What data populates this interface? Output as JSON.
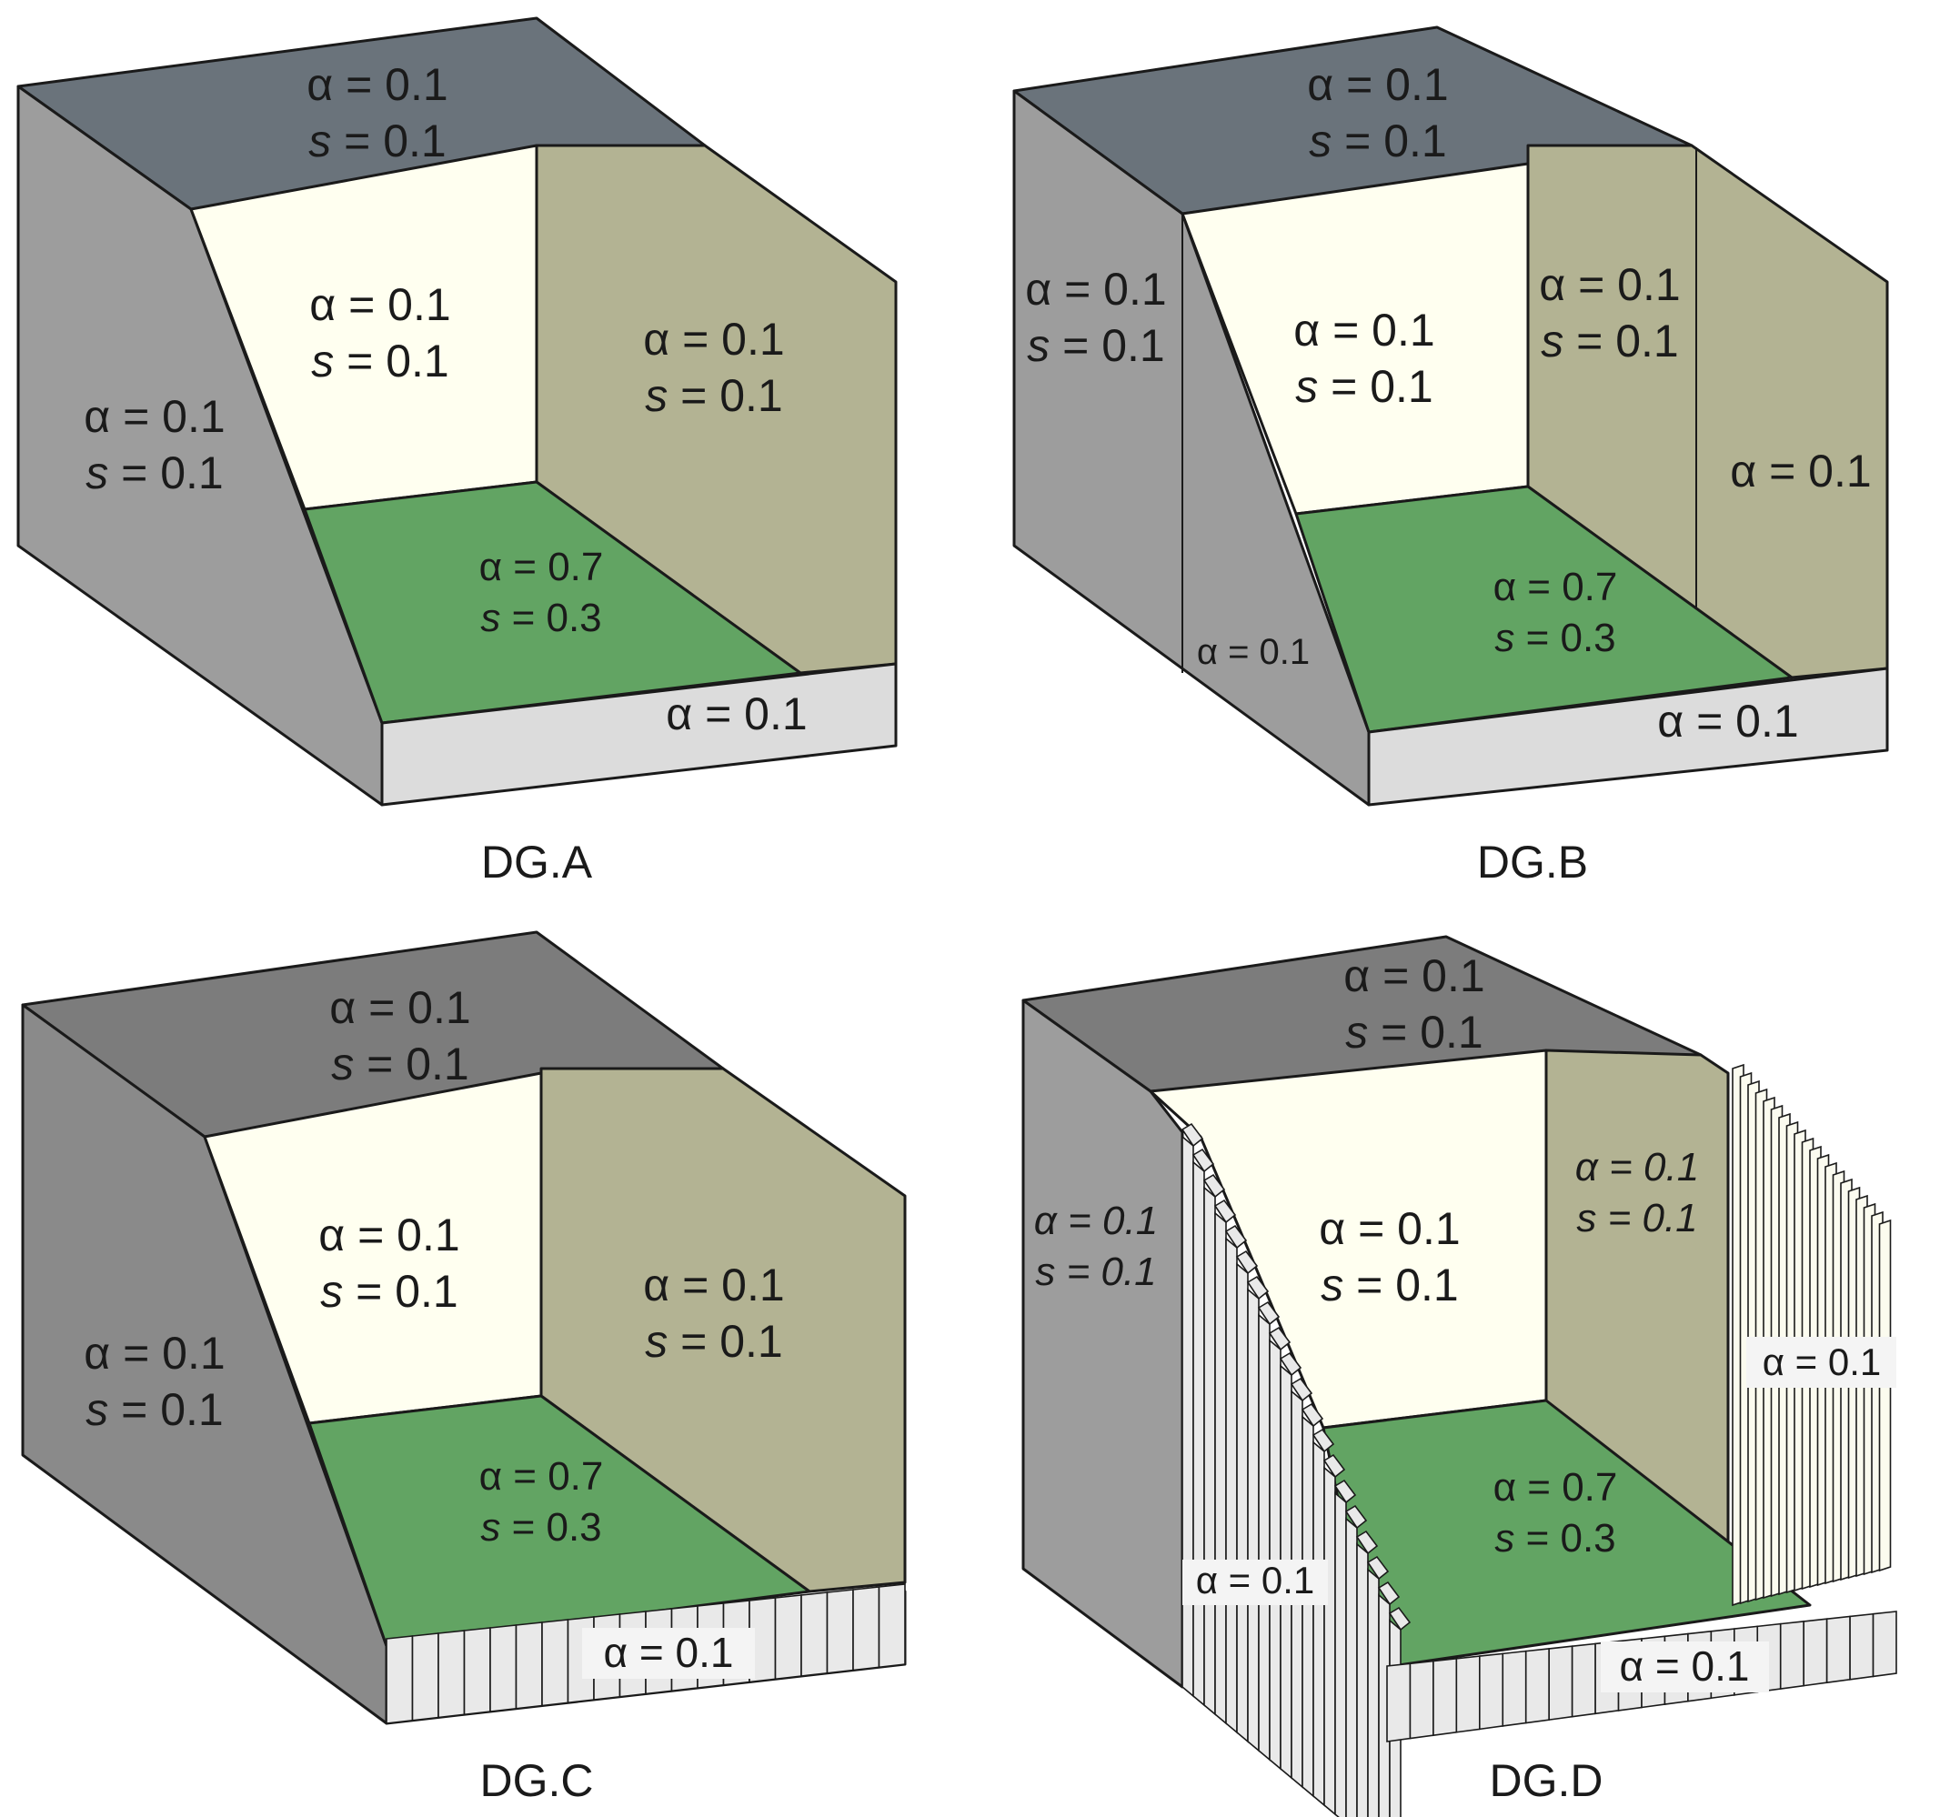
{
  "colors": {
    "top": "#6a737b",
    "top_c": "#7c7c7c",
    "left": "#9d9d9d",
    "left_c": "#8a8a8a",
    "back": "#fffff0",
    "right": "#b3b393",
    "floor": "#62a463",
    "front": "#dcdcdc"
  },
  "panels": [
    {
      "id": "A",
      "caption": "DG.A",
      "top": {
        "alpha": "α = 0.1",
        "s_label": "s",
        "s_value": " = 0.1"
      },
      "back": {
        "alpha": "α = 0.1",
        "s_label": "s",
        "s_value": " = 0.1"
      },
      "left": {
        "alpha": "α = 0.1",
        "s_label": "s",
        "s_value": " = 0.1"
      },
      "right": {
        "alpha": "α = 0.1",
        "s_label": "s",
        "s_value": " = 0.1"
      },
      "floor": {
        "alpha": "α = 0.7",
        "s_label": "s",
        "s_value": " = 0.3"
      },
      "front": {
        "alpha": "α = 0.1"
      }
    },
    {
      "id": "B",
      "caption": "DG.B",
      "top": {
        "alpha": "α = 0.1",
        "s_label": "s",
        "s_value": " = 0.1"
      },
      "back": {
        "alpha": "α = 0.1",
        "s_label": "s",
        "s_value": " = 0.1"
      },
      "left": {
        "alpha": "α = 0.1",
        "s_label": "s",
        "s_value": " = 0.1"
      },
      "right": {
        "alpha": "α = 0.1",
        "s_label": "s",
        "s_value": " = 0.1"
      },
      "floor": {
        "alpha": "α = 0.7",
        "s_label": "s",
        "s_value": " = 0.3"
      },
      "front": {
        "alpha": "α = 0.1"
      },
      "left_strip": {
        "alpha": "α = 0.1"
      },
      "right_strip": {
        "alpha": "α = 0.1"
      }
    },
    {
      "id": "C",
      "caption": "DG.C",
      "top": {
        "alpha": "α = 0.1",
        "s_label": "s",
        "s_value": " = 0.1"
      },
      "back": {
        "alpha": "α = 0.1",
        "s_label": "s",
        "s_value": " = 0.1"
      },
      "left": {
        "alpha": "α = 0.1",
        "s_label": "s",
        "s_value": " = 0.1"
      },
      "right": {
        "alpha": "α = 0.1",
        "s_label": "s",
        "s_value": " = 0.1"
      },
      "floor": {
        "alpha": "α = 0.7",
        "s_label": "s",
        "s_value": " = 0.3"
      },
      "front": {
        "alpha": "α = 0.1"
      }
    },
    {
      "id": "D",
      "caption": "DG.D",
      "top": {
        "alpha": "α = 0.1",
        "s_label": "s",
        "s_value": " = 0.1"
      },
      "back": {
        "alpha": "α = 0.1",
        "s_label": "s",
        "s_value": " = 0.1"
      },
      "left": {
        "alpha": "α = 0.1",
        "s_label": "s",
        "s_value": " = 0.1"
      },
      "right": {
        "alpha": "α = 0.1",
        "s_label": "s",
        "s_value": " = 0.1"
      },
      "floor": {
        "alpha": "α = 0.7",
        "s_label": "s",
        "s_value": " = 0.3"
      },
      "front": {
        "alpha": "α = 0.1"
      },
      "left_strip": {
        "alpha": "α = 0.1"
      },
      "right_strip": {
        "alpha": "α = 0.1"
      }
    }
  ]
}
